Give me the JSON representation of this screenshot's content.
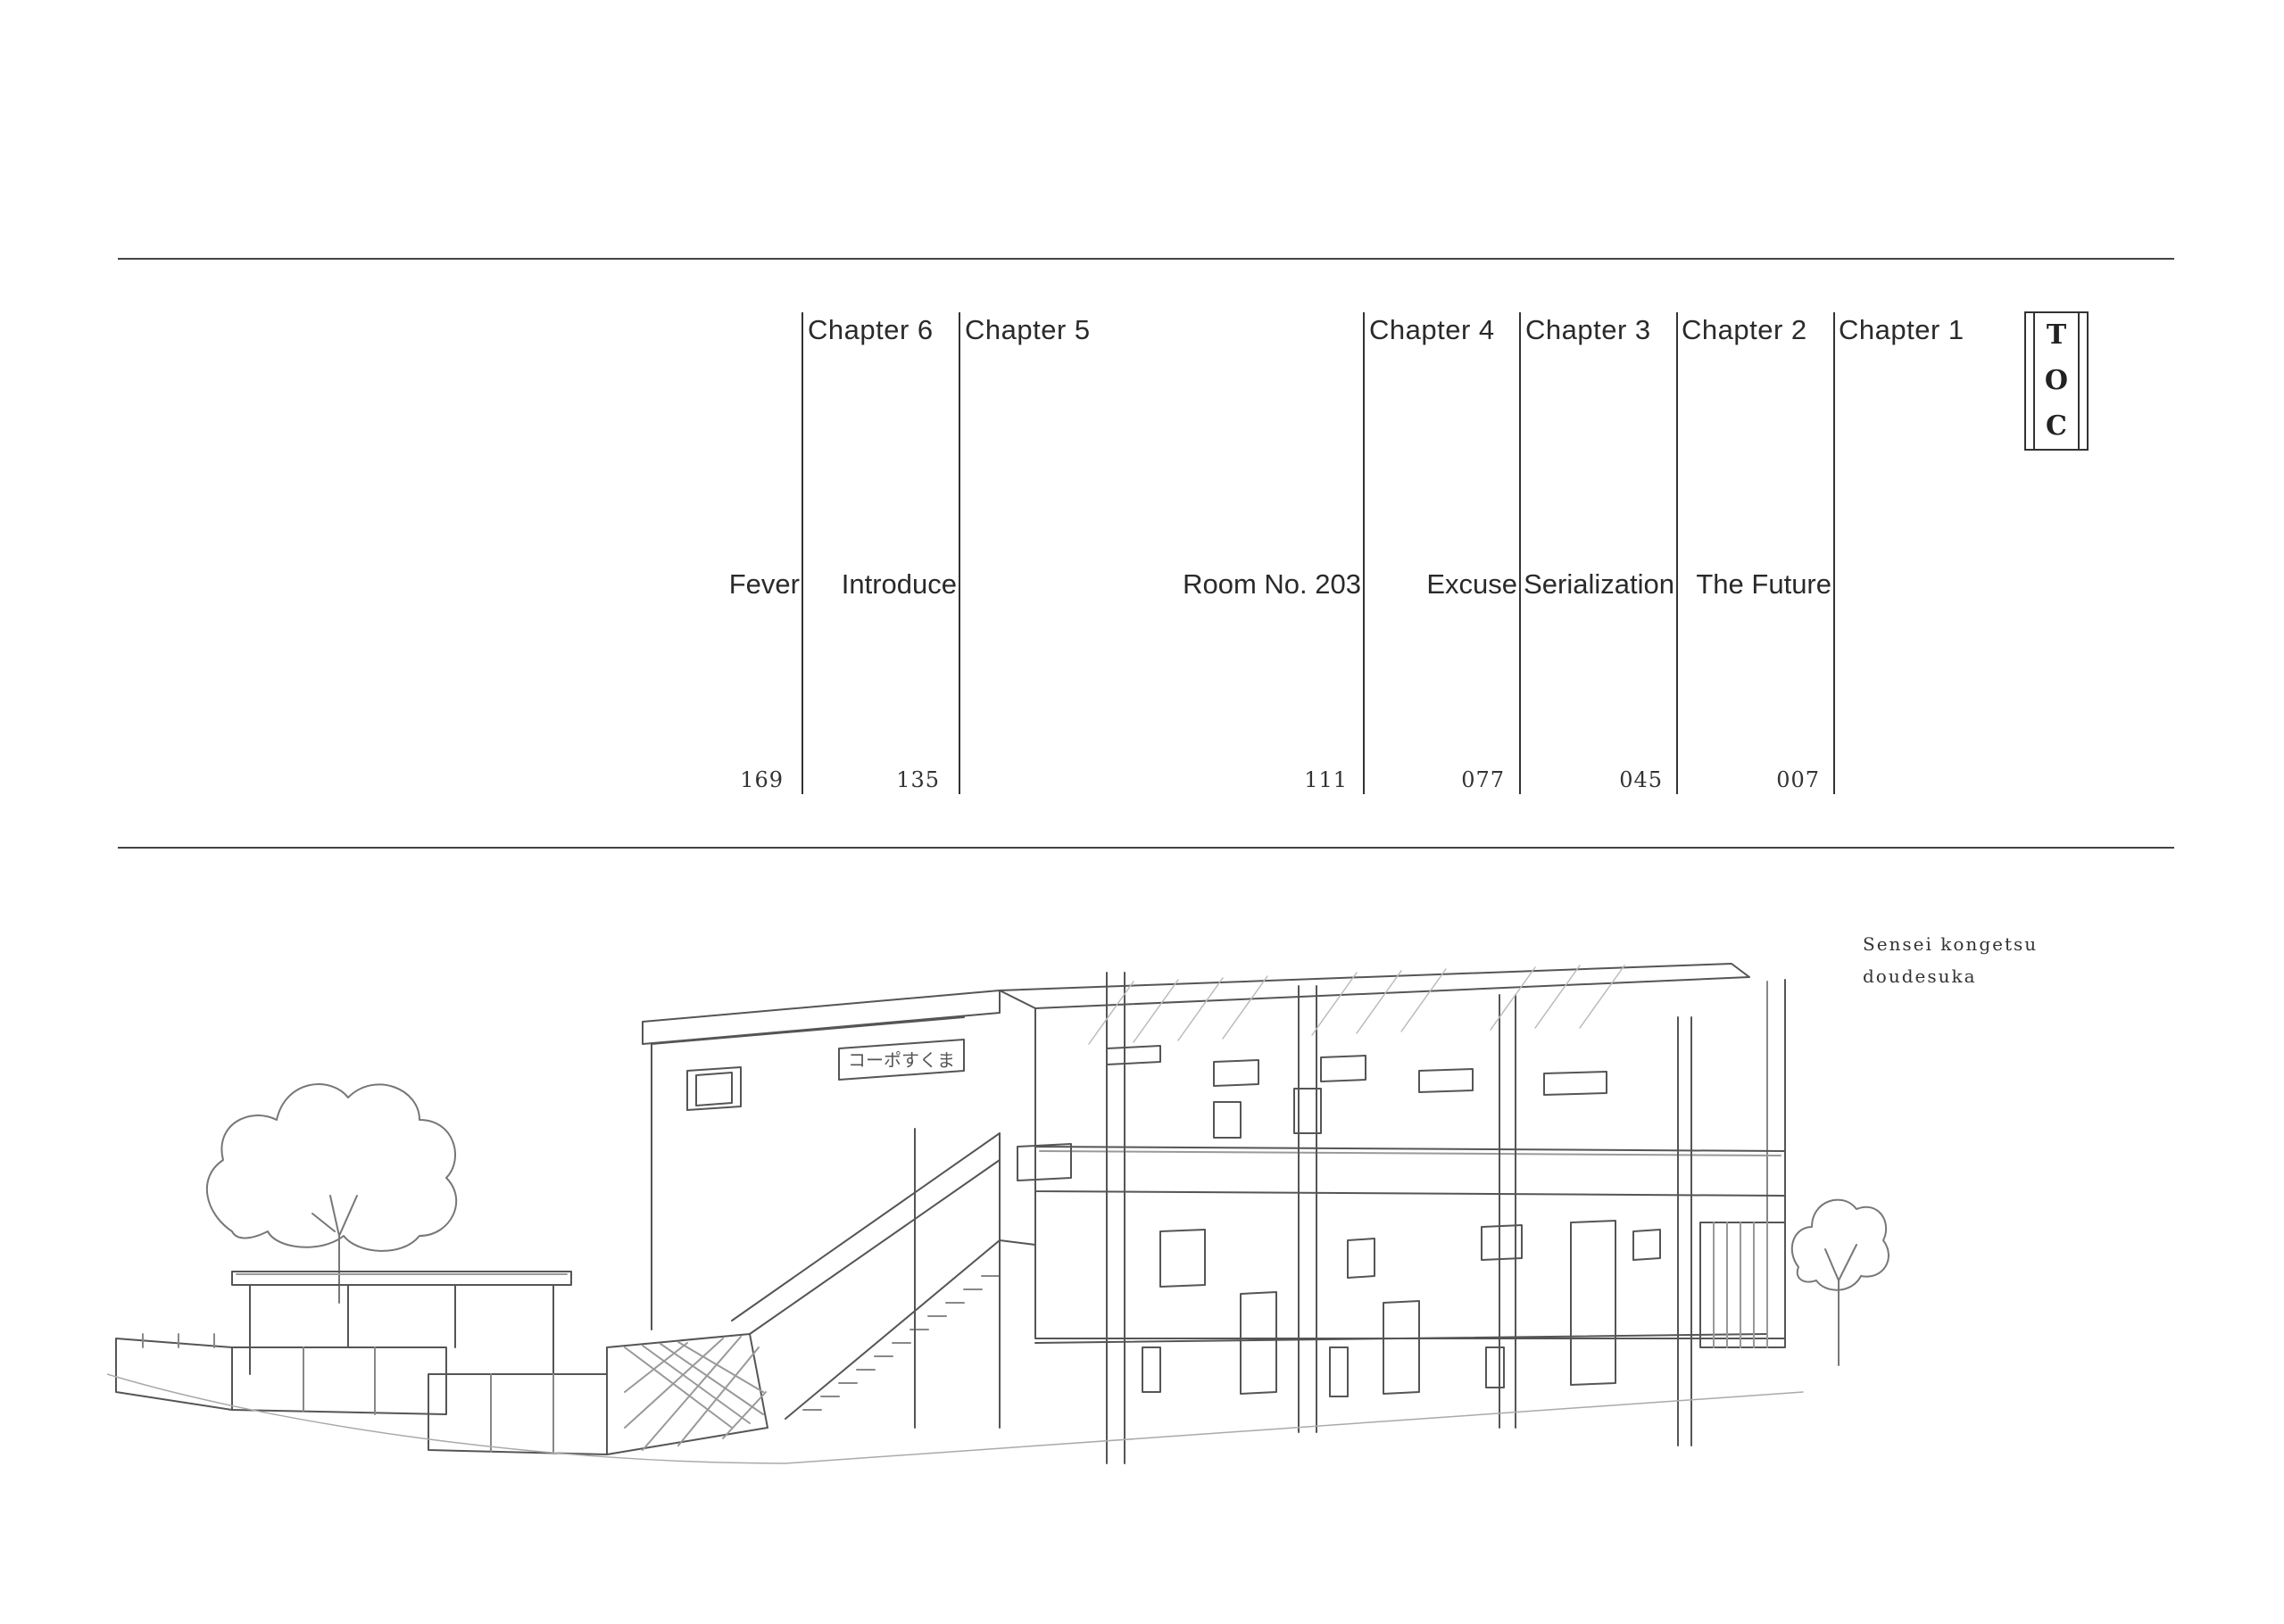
{
  "toc": {
    "letters": [
      "T",
      "O",
      "C"
    ]
  },
  "chapters": [
    {
      "label": "Chapter 1",
      "title": "The Future",
      "page": "007"
    },
    {
      "label": "Chapter 2",
      "title": "Serialization",
      "page": "045"
    },
    {
      "label": "Chapter 3",
      "title": "Excuse",
      "page": "077"
    },
    {
      "label": "Chapter 4",
      "title": "Room No. 203",
      "page": "111"
    },
    {
      "label": "Chapter 5",
      "title": "Introduce",
      "page": "135"
    },
    {
      "label": "Chapter 6",
      "title": "Fever",
      "page": "169"
    }
  ],
  "subtitle": {
    "line1": "Sensei kongetsu",
    "line2": "doudesuka"
  },
  "illustration": {
    "sign_text": "コーポすくま"
  }
}
